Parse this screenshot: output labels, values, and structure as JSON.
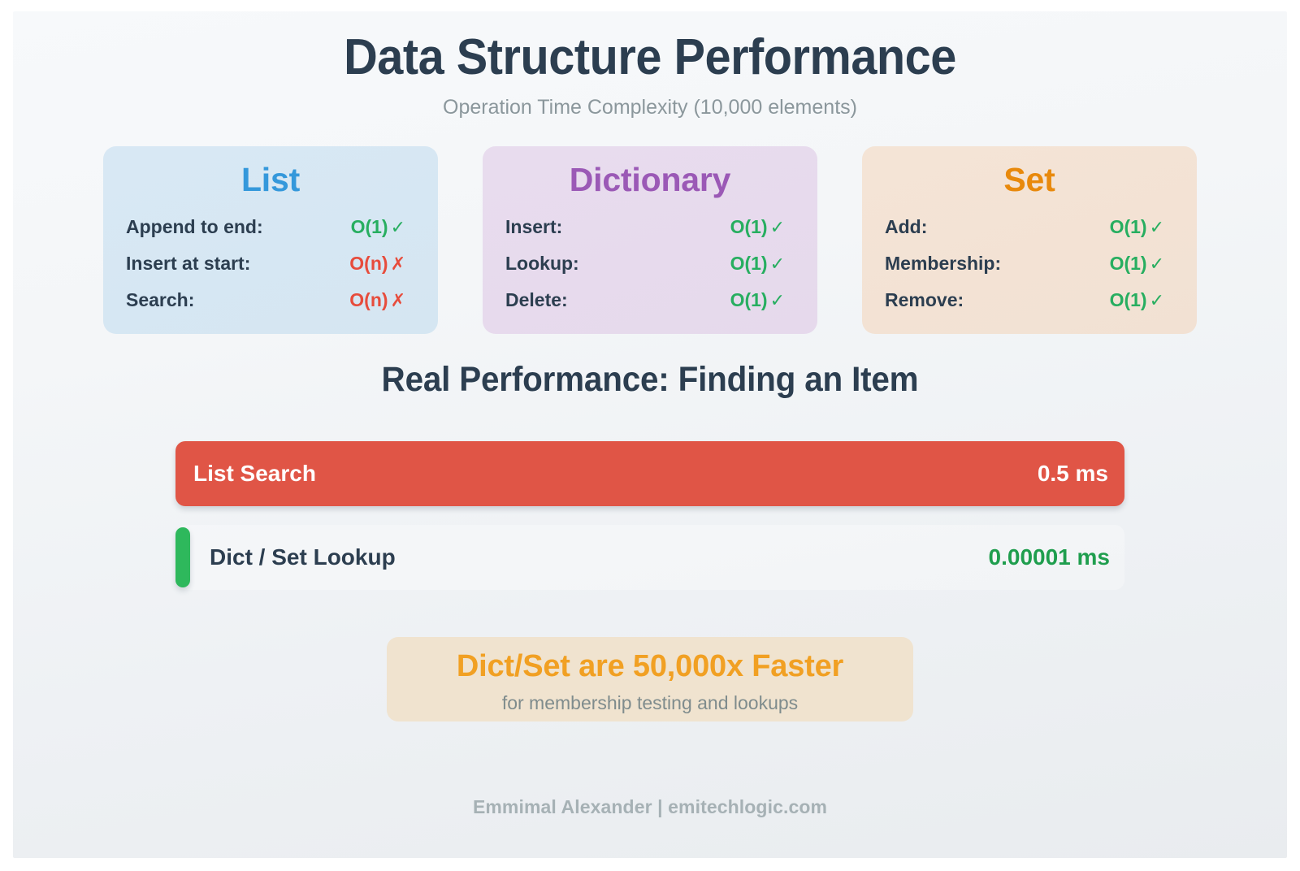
{
  "header": {
    "title": "Data Structure Performance",
    "subtitle": "Operation Time Complexity (10,000 elements)"
  },
  "cards": [
    {
      "name": "list",
      "title": "List",
      "title_color": "#3498db",
      "bg_color": "#d8e8f4",
      "rows": [
        {
          "label": "Append to end:",
          "value": "O(1)",
          "mark": "✓",
          "status": "good"
        },
        {
          "label": "Insert at start:",
          "value": "O(n)",
          "mark": "✗",
          "status": "bad"
        },
        {
          "label": "Search:",
          "value": "O(n)",
          "mark": "✗",
          "status": "bad"
        }
      ]
    },
    {
      "name": "dictionary",
      "title": "Dictionary",
      "title_color": "#9b59b6",
      "bg_color": "#e8dcee",
      "rows": [
        {
          "label": "Insert:",
          "value": "O(1)",
          "mark": "✓",
          "status": "good"
        },
        {
          "label": "Lookup:",
          "value": "O(1)",
          "mark": "✓",
          "status": "good"
        },
        {
          "label": "Delete:",
          "value": "O(1)",
          "mark": "✓",
          "status": "good"
        }
      ]
    },
    {
      "name": "set",
      "title": "Set",
      "title_color": "#e8890c",
      "bg_color": "#f4e4d6",
      "rows": [
        {
          "label": "Add:",
          "value": "O(1)",
          "mark": "✓",
          "status": "good"
        },
        {
          "label": "Membership:",
          "value": "O(1)",
          "mark": "✓",
          "status": "good"
        },
        {
          "label": "Remove:",
          "value": "O(1)",
          "mark": "✓",
          "status": "good"
        }
      ]
    }
  ],
  "section": {
    "heading": "Real Performance: Finding an Item"
  },
  "chart_data": {
    "type": "bar",
    "orientation": "horizontal",
    "title": "Real Performance: Finding an Item",
    "xlabel": "",
    "ylabel": "",
    "unit": "ms",
    "categories": [
      "List Search",
      "Dict / Set Lookup"
    ],
    "values": [
      0.5,
      1e-05
    ],
    "value_labels": [
      "0.5 ms",
      "0.00001 ms"
    ],
    "bar_colors": [
      "#e05546",
      "#2eb85c"
    ],
    "xlim": [
      0,
      0.5
    ],
    "grid": false,
    "legend": false,
    "bars": [
      {
        "label": "List Search",
        "value": 0.5,
        "value_label": "0.5 ms",
        "color": "#e05546",
        "pct": 100
      },
      {
        "label": "Dict / Set Lookup",
        "value": 1e-05,
        "value_label": "0.00001 ms",
        "color": "#2eb85c",
        "pct": 0.002
      }
    ]
  },
  "callout": {
    "title": "Dict/Set are 50,000x Faster",
    "subtitle": "for membership testing and lookups",
    "accent_color": "#f1a023",
    "bg_color": "#f0e3cf"
  },
  "footer": {
    "credit": "Emmimal Alexander | emitechlogic.com"
  }
}
